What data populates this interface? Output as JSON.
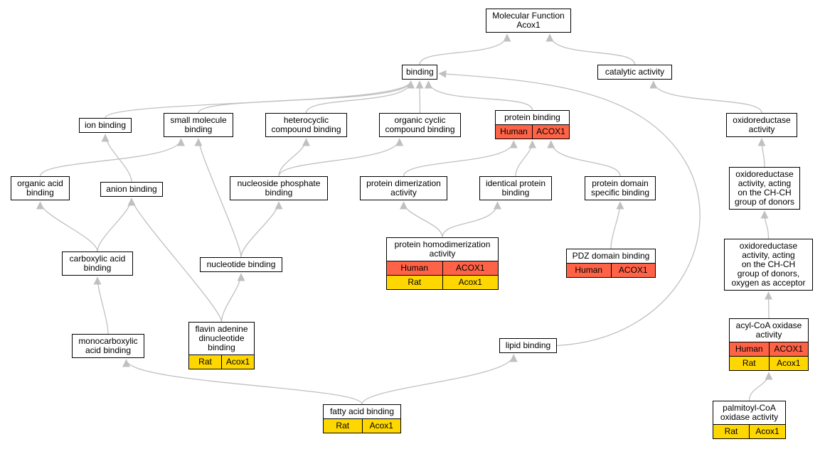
{
  "nodes": {
    "mf": {
      "label": "Molecular Function\nAcox1"
    },
    "binding": {
      "label": "binding"
    },
    "cat": {
      "label": "catalytic activity"
    },
    "ionb": {
      "label": "ion binding"
    },
    "smb": {
      "label": "small molecule\nbinding"
    },
    "hcb": {
      "label": "heterocyclic\ncompound binding"
    },
    "ocb": {
      "label": "organic cyclic\ncompound binding"
    },
    "pb": {
      "label": "protein binding",
      "annotations": [
        {
          "species": "Human",
          "gene": "ACOX1"
        }
      ]
    },
    "oxr": {
      "label": "oxidoreductase\nactivity"
    },
    "oab": {
      "label": "organic acid\nbinding"
    },
    "anb": {
      "label": "anion binding"
    },
    "npb": {
      "label": "nucleoside phosphate\nbinding"
    },
    "pda": {
      "label": "protein dimerization\nactivity"
    },
    "ipb": {
      "label": "identical protein\nbinding"
    },
    "pdsb": {
      "label": "protein domain\nspecific binding"
    },
    "oxch": {
      "label": "oxidoreductase\nactivity, acting\non the CH-CH\ngroup of donors"
    },
    "cab": {
      "label": "carboxylic acid\nbinding"
    },
    "nb": {
      "label": "nucleotide binding"
    },
    "phd": {
      "label": "protein homodimerization\nactivity",
      "annotations": [
        {
          "species": "Human",
          "gene": "ACOX1"
        },
        {
          "species": "Rat",
          "gene": "Acox1"
        }
      ]
    },
    "pdz": {
      "label": "PDZ domain binding",
      "annotations": [
        {
          "species": "Human",
          "gene": "ACOX1"
        }
      ]
    },
    "oxacc": {
      "label": "oxidoreductase\nactivity, acting\non the CH-CH\ngroup of donors,\noxygen as acceptor"
    },
    "fad": {
      "label": "flavin adenine\ndinucleotide\nbinding",
      "annotations": [
        {
          "species": "Rat",
          "gene": "Acox1"
        }
      ]
    },
    "mcab": {
      "label": "monocarboxylic\nacid binding"
    },
    "lb": {
      "label": "lipid binding"
    },
    "acyl": {
      "label": "acyl-CoA oxidase\nactivity",
      "annotations": [
        {
          "species": "Human",
          "gene": "ACOX1"
        },
        {
          "species": "Rat",
          "gene": "Acox1"
        }
      ]
    },
    "fab": {
      "label": "fatty acid binding",
      "annotations": [
        {
          "species": "Rat",
          "gene": "Acox1"
        }
      ]
    },
    "pcoa": {
      "label": "palmitoyl-CoA\noxidase activity",
      "annotations": [
        {
          "species": "Rat",
          "gene": "Acox1"
        }
      ]
    }
  },
  "edges": [
    [
      "binding",
      "mf"
    ],
    [
      "cat",
      "mf"
    ],
    [
      "ionb",
      "binding"
    ],
    [
      "smb",
      "binding"
    ],
    [
      "hcb",
      "binding"
    ],
    [
      "ocb",
      "binding"
    ],
    [
      "pb",
      "binding"
    ],
    [
      "lb",
      "binding"
    ],
    [
      "oxr",
      "cat"
    ],
    [
      "oxch",
      "oxr"
    ],
    [
      "oxacc",
      "oxch"
    ],
    [
      "acyl",
      "oxacc"
    ],
    [
      "pcoa",
      "acyl"
    ],
    [
      "oab",
      "smb"
    ],
    [
      "anb",
      "ionb"
    ],
    [
      "npb",
      "hcb"
    ],
    [
      "npb",
      "ocb"
    ],
    [
      "pda",
      "pb"
    ],
    [
      "ipb",
      "pb"
    ],
    [
      "pdsb",
      "pb"
    ],
    [
      "cab",
      "oab"
    ],
    [
      "cab",
      "anb"
    ],
    [
      "nb",
      "npb"
    ],
    [
      "nb",
      "smb"
    ],
    [
      "phd",
      "pda"
    ],
    [
      "phd",
      "ipb"
    ],
    [
      "pdz",
      "pdsb"
    ],
    [
      "mcab",
      "cab"
    ],
    [
      "fad",
      "nb"
    ],
    [
      "fad",
      "anb"
    ],
    [
      "fab",
      "mcab"
    ],
    [
      "fab",
      "lb"
    ]
  ],
  "colors": {
    "human": "#ff6347",
    "rat": "#ffd700",
    "edge": "#c0c0c0"
  }
}
